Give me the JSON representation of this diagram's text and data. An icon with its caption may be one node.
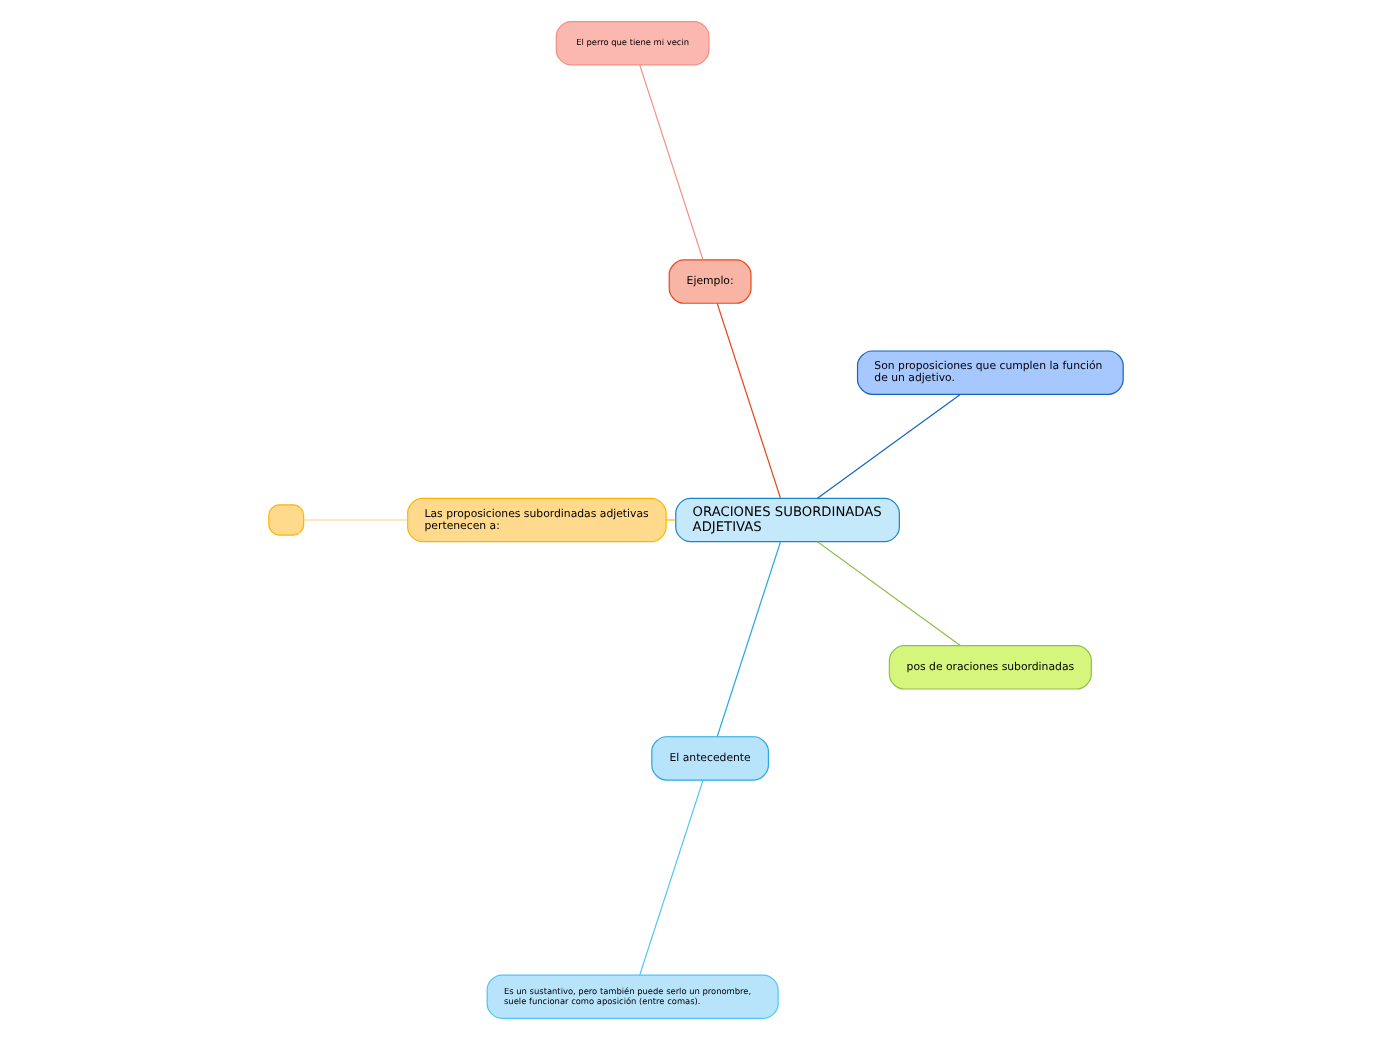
{
  "diagram": {
    "nodes": [
      {
        "text": [
          "ORACIONES SUBORDINADAS ADJETIVAS"
        ]
      },
      {
        "text": [
          "Son proposiciones que cumplen la función de un adjetivo."
        ]
      },
      {
        "text": [
          "Ejemplo:"
        ]
      },
      {
        "text": [
          "El perro que tiene mi vecin"
        ]
      },
      {
        "text": [
          "Las proposiciones subordinadas adjetivas pertenecen a:"
        ]
      },
      {
        "text": [],
        "shape": "box"
      },
      {
        "text": [
          "El antecedente"
        ]
      },
      {
        "text": [
          "Es un sustantivo, pero también puede serlo un pronombre, suele funcionar como aposición (entre comas)."
        ]
      },
      {
        "text": [
          "pos de oraciones subordinadas"
        ]
      }
    ],
    "edges": [
      {
        "from": 0,
        "to": 1,
        "arrow": "none",
        "color": "#1565c0"
      },
      {
        "from": 0,
        "to": 2,
        "arrow": "none",
        "color": "#e64a19"
      },
      {
        "from": 2,
        "to": 3,
        "arrow": "none",
        "color": "#f48f80"
      },
      {
        "from": 0,
        "to": 4,
        "arrow": "none",
        "color": "#ffb300"
      },
      {
        "from": 4,
        "to": 5,
        "arrow": "none",
        "color": "#ffd180"
      },
      {
        "from": 0,
        "to": 6,
        "arrow": "none",
        "color": "#29a8e0"
      },
      {
        "from": 6,
        "to": 7,
        "arrow": "none",
        "color": "#4fc3f7"
      },
      {
        "from": 0,
        "to": 8,
        "arrow": "none",
        "color": "#8bc34a"
      }
    ]
  }
}
